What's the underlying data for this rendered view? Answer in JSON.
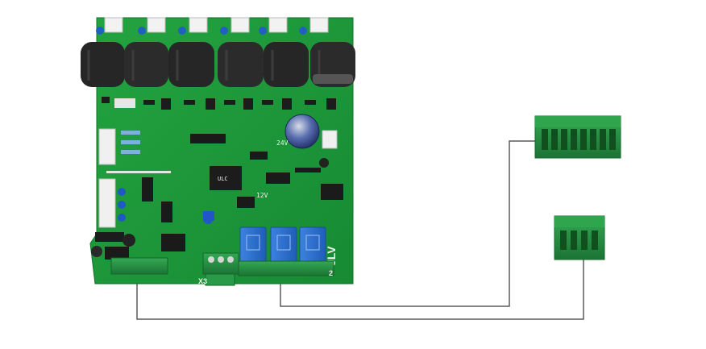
{
  "board": {
    "voltage_24": "24V",
    "voltage_12": "12V",
    "connector_x3": "X3",
    "connector_x2": "2",
    "brand_mark": "JLV",
    "chip_mark": "ULC"
  },
  "colors": {
    "pcb": "#1f9a3a",
    "pcb_dark": "#14762a",
    "terminal": "#2a9a48",
    "terminal_dark": "#1a6d30",
    "relay": "#2a6fd0",
    "inductor": "#262626",
    "wire": "#5a5a5a"
  }
}
